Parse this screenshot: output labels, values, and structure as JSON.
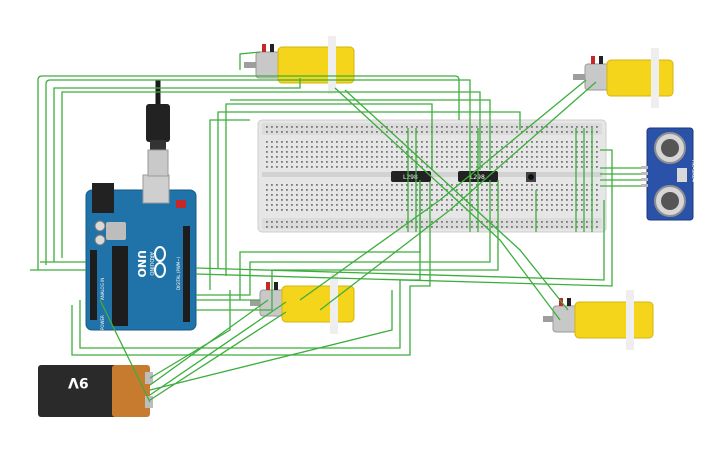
{
  "colors": {
    "background": "#ffffff",
    "wire": "#3dae3d",
    "board": "#1f73a8",
    "breadboard": "#e7e7e7",
    "motor_yellow": "#f4d51c",
    "motor_metal": "#c8c8c8",
    "driver_chip": "#222222",
    "battery_body": "#2a2a2a",
    "battery_cap": "#c77b2e",
    "sensor_board": "#2a52a8"
  },
  "arduino": {
    "logo": "UNO",
    "brand": "ARDUINO",
    "power_header": "POWER",
    "analog_header": "ANALOG IN",
    "digital_header": "DIGITAL (PWM~)"
  },
  "drivers": [
    {
      "label": "L298"
    },
    {
      "label": "L298"
    }
  ],
  "battery": {
    "label": "9V"
  },
  "sensor": {
    "label": "HC-SR04"
  },
  "motors": [
    {
      "id": "motor-top-left"
    },
    {
      "id": "motor-top-right"
    },
    {
      "id": "motor-bottom-left"
    },
    {
      "id": "motor-bottom-right"
    }
  ]
}
